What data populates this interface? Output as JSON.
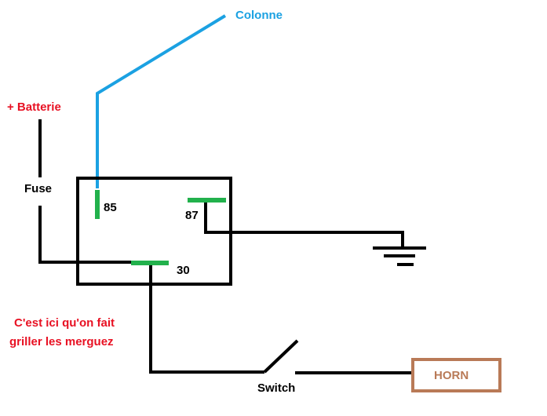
{
  "diagram": {
    "labels": {
      "colonne": "Colonne",
      "batterie": "+ Batterie",
      "fuse": "Fuse",
      "pin85": "85",
      "pin87": "87",
      "pin30": "30",
      "note_line1": "C'est ici qu'on fait",
      "note_line2": "griller les merguez",
      "switch": "Switch",
      "horn": "HORN"
    },
    "colors": {
      "wire": "#000000",
      "colonne_wire": "#1ba1e2",
      "contact": "#22b14c",
      "colonne_text": "#1ba1e2",
      "battery_text": "#e81123",
      "note_text": "#e81123",
      "horn_box": "#b97a57",
      "horn_text": "#b97a57"
    }
  }
}
